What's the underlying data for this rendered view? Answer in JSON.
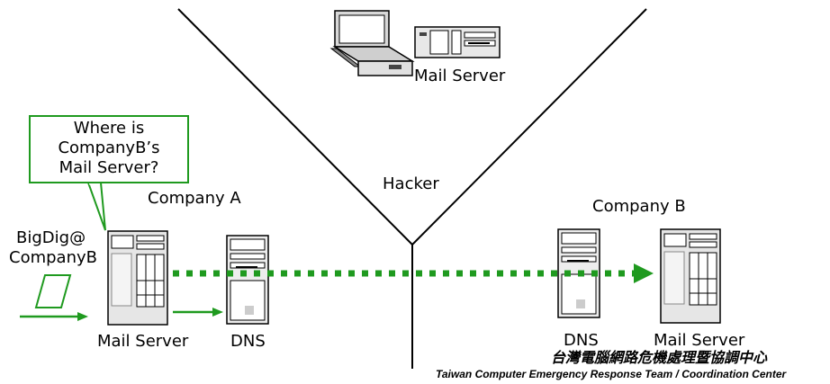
{
  "labels": {
    "hacker_mail_server": "Mail Server",
    "hacker": "Hacker",
    "company_a": "Company A",
    "company_b": "Company B",
    "mail_server_a": "Mail Server",
    "dns_a": "DNS",
    "dns_b": "DNS",
    "mail_server_b": "Mail Server",
    "sender_line1": "BigDig@",
    "sender_line2": "CompanyB"
  },
  "bubble": {
    "line1": "Where is",
    "line2": "CompanyB’s",
    "line3": "Mail Server?"
  },
  "footer": {
    "chinese_org": "台灣電腦網路危機處理暨協調中心",
    "english_org": "Taiwan  Computer Emergency Response Team / Coordination Center"
  },
  "colors": {
    "accent_green": "#1f9a1f",
    "line": "#000000"
  }
}
